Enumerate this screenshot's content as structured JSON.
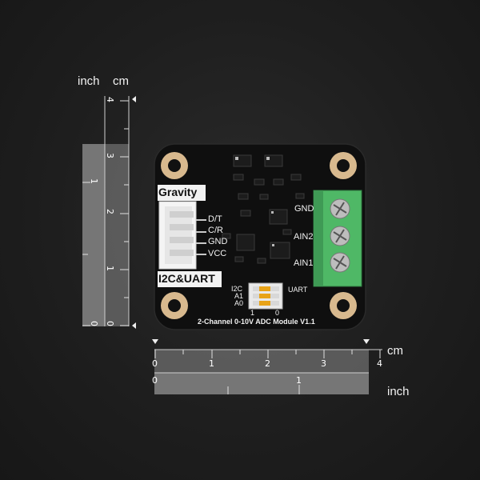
{
  "scale": {
    "vertical": {
      "unit_inch": "inch",
      "unit_cm": "cm",
      "cm_ticks": [
        "0",
        "1",
        "2",
        "3",
        "4"
      ],
      "inch_ticks": [
        "0",
        "1"
      ]
    },
    "horizontal": {
      "unit_cm": "cm",
      "unit_inch": "inch",
      "cm_ticks": [
        "0",
        "1",
        "2",
        "3",
        "4"
      ],
      "inch_ticks": [
        "0",
        "1"
      ]
    }
  },
  "board": {
    "brand": "Gravity",
    "interface": "I2C&UART",
    "pins_left": [
      "D/T",
      "C/R",
      "GND",
      "VCC"
    ],
    "pins_right": [
      "GND",
      "AIN2",
      "AIN1"
    ],
    "switch_labels": [
      "I2C",
      "A1",
      "A0"
    ],
    "switch_right_label": "UART",
    "switch_bottom_1": "1",
    "switch_bottom_0": "0",
    "title": "2-Channel 0-10V ADC Module V1.1"
  },
  "colors": {
    "pcb": "#111111",
    "terminal": "#4fb866",
    "switch": "#e8a317",
    "mounting_hole": "#d9b98d"
  }
}
